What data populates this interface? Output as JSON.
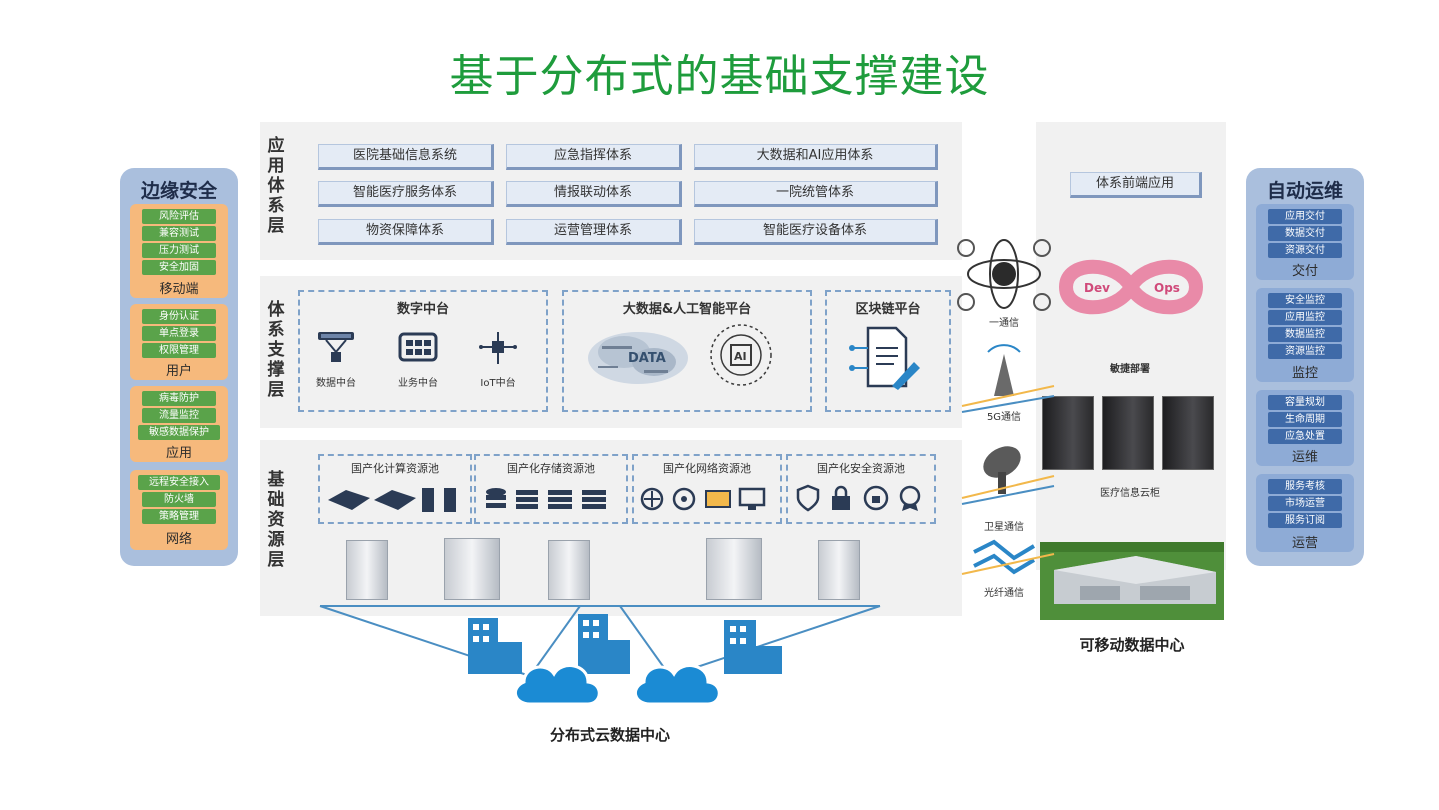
{
  "title": "基于分布式的基础支撑建设",
  "left_panel": {
    "title": "边缘安全",
    "groups": [
      {
        "items": [
          "风险评估",
          "兼容测试",
          "压力测试",
          "安全加固"
        ],
        "label": "移动端"
      },
      {
        "items": [
          "身份认证",
          "单点登录",
          "权限管理"
        ],
        "label": "用户"
      },
      {
        "items": [
          "病毒防护",
          "流量监控",
          "敏感数据保护"
        ],
        "label": "应用"
      },
      {
        "items": [
          "远程安全接入",
          "防火墙",
          "策略管理"
        ],
        "label": "网络"
      }
    ]
  },
  "right_panel": {
    "title": "自动运维",
    "groups": [
      {
        "items": [
          "应用交付",
          "数据交付",
          "资源交付"
        ],
        "label": "交付"
      },
      {
        "items": [
          "安全监控",
          "应用监控",
          "数据监控",
          "资源监控"
        ],
        "label": "监控"
      },
      {
        "items": [
          "容量规划",
          "生命周期",
          "应急处置"
        ],
        "label": "运维"
      },
      {
        "items": [
          "服务考核",
          "市场运营",
          "服务订阅"
        ],
        "label": "运营"
      }
    ]
  },
  "app_layer": {
    "label": "应用体系层",
    "boxes": [
      "医院基础信息系统",
      "应急指挥体系",
      "大数据和AI应用体系",
      "智能医疗服务体系",
      "情报联动体系",
      "一院统管体系",
      "物资保障体系",
      "运营管理体系",
      "智能医疗设备体系"
    ]
  },
  "support_layer": {
    "label": "体系支撑层",
    "digital": {
      "title": "数字中台",
      "items": [
        "数据中台",
        "业务中台",
        "IoT中台"
      ]
    },
    "bigdata": {
      "title": "大数据&人工智能平台",
      "img_text": "DATA",
      "ai_text": "AI"
    },
    "blockchain": {
      "title": "区块链平台"
    }
  },
  "base_layer": {
    "label": "基础资源层",
    "pools": [
      "国产化计算资源池",
      "国产化存储资源池",
      "国产化网络资源池",
      "国产化安全资源池"
    ]
  },
  "cloud_caption": "分布式云数据中心",
  "right_area": {
    "front_app": "体系前端应用",
    "devops": {
      "dev": "Dev",
      "ops": "Ops",
      "label": "敏捷部署"
    },
    "cloud_cabinet": "医疗信息云柜",
    "mobile_dc": "可移动数据中心",
    "comms": [
      "一通信",
      "5G通信",
      "卫星通信",
      "光纤通信"
    ]
  },
  "colors": {
    "title": "#1e9c3c",
    "green_item": "#5aa34a",
    "blue_item": "#3f6aa8",
    "cloud": "#1b8bd4",
    "building": "#2a86c7"
  }
}
